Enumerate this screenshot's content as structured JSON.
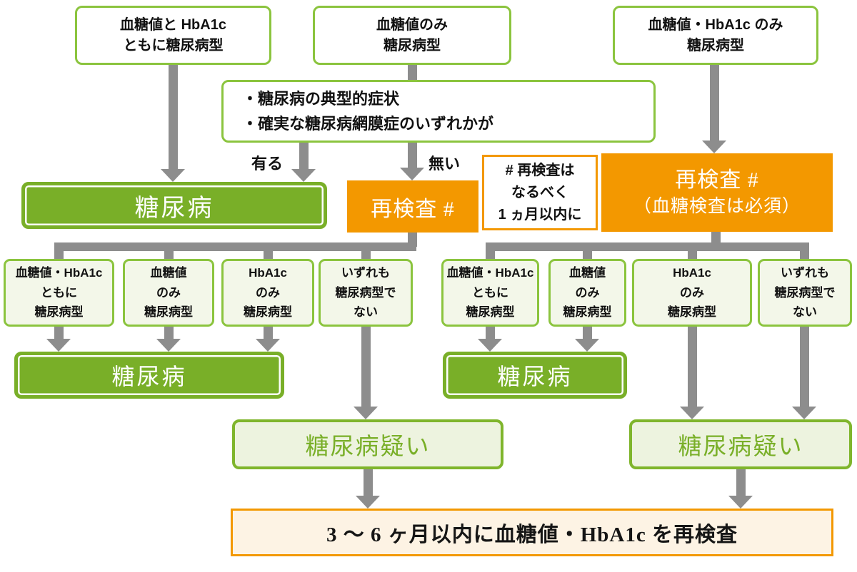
{
  "palette": {
    "green_border": "#8bc43e",
    "green_fill": "#79af28",
    "pale_green": "#f3f7e9",
    "suspect_bg": "#edf3df",
    "orange": "#f39800",
    "cream": "#fdf3e4",
    "arrow_gray": "#8d8d8d"
  },
  "top_row": {
    "both_type": "血糖値と HbA1c\nともに糖尿病型",
    "glucose_only": "血糖値のみ\n糖尿病型",
    "hba1c_only": "血糖値・HbA1c のみ\n糖尿病型"
  },
  "condition_box": "・糖尿病の典型的症状\n・確実な糖尿病網膜症のいずれかが",
  "branch_labels": {
    "present": "有る",
    "absent": "無い"
  },
  "level1": {
    "diabetes": "糖尿病",
    "retest": "再検査 #",
    "retest_full_line1": "再検査 #",
    "retest_full_line2": "（血糖検査は必須）",
    "note": "# 再検査は\nなるべく\n1 ヵ月以内に"
  },
  "retest_outcomes": {
    "left": [
      "血糖値・HbA1c\nともに\n糖尿病型",
      "血糖値\nのみ\n糖尿病型",
      "HbA1c\nのみ\n糖尿病型",
      "いずれも\n糖尿病型で\nない"
    ],
    "right": [
      "血糖値・HbA1c\nともに\n糖尿病型",
      "血糖値\nのみ\n糖尿病型",
      "HbA1c\nのみ\n糖尿病型",
      "いずれも\n糖尿病型で\nない"
    ]
  },
  "level2": {
    "diabetes_left": "糖尿病",
    "diabetes_right": "糖尿病",
    "suspected_left": "糖尿病疑い",
    "suspected_right": "糖尿病疑い"
  },
  "followup_box": "3 ～ 6 ヶ月以内に血糖値・HbA1c を再検査"
}
